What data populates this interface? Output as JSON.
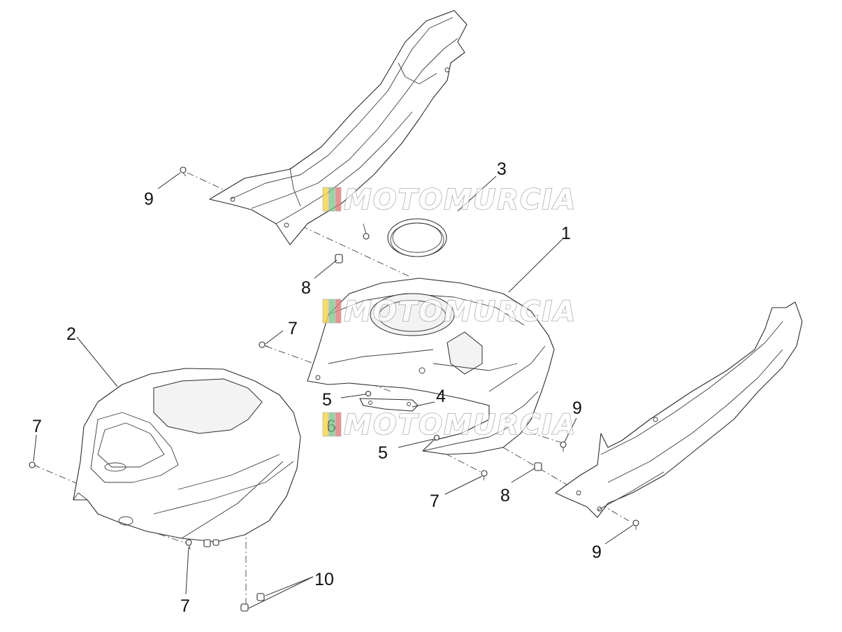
{
  "callouts": {
    "c1": "1",
    "c2": "2",
    "c3": "3",
    "c4": "4",
    "c5a": "5",
    "c5b": "5",
    "c6": "6",
    "c7a": "7",
    "c7b": "7",
    "c7c": "7",
    "c7d": "7",
    "c8a": "8",
    "c8b": "8",
    "c9a": "9",
    "c9b": "9",
    "c9c": "9",
    "c10": "10"
  },
  "watermark": {
    "text": "MOTOMURCIA",
    "colors": [
      "#f5d547",
      "#7ec98a",
      "#e07a7a"
    ]
  },
  "icons": {
    "fastener": "screw-icon",
    "clip": "clip-icon",
    "gasket": "ring-gasket-icon"
  }
}
